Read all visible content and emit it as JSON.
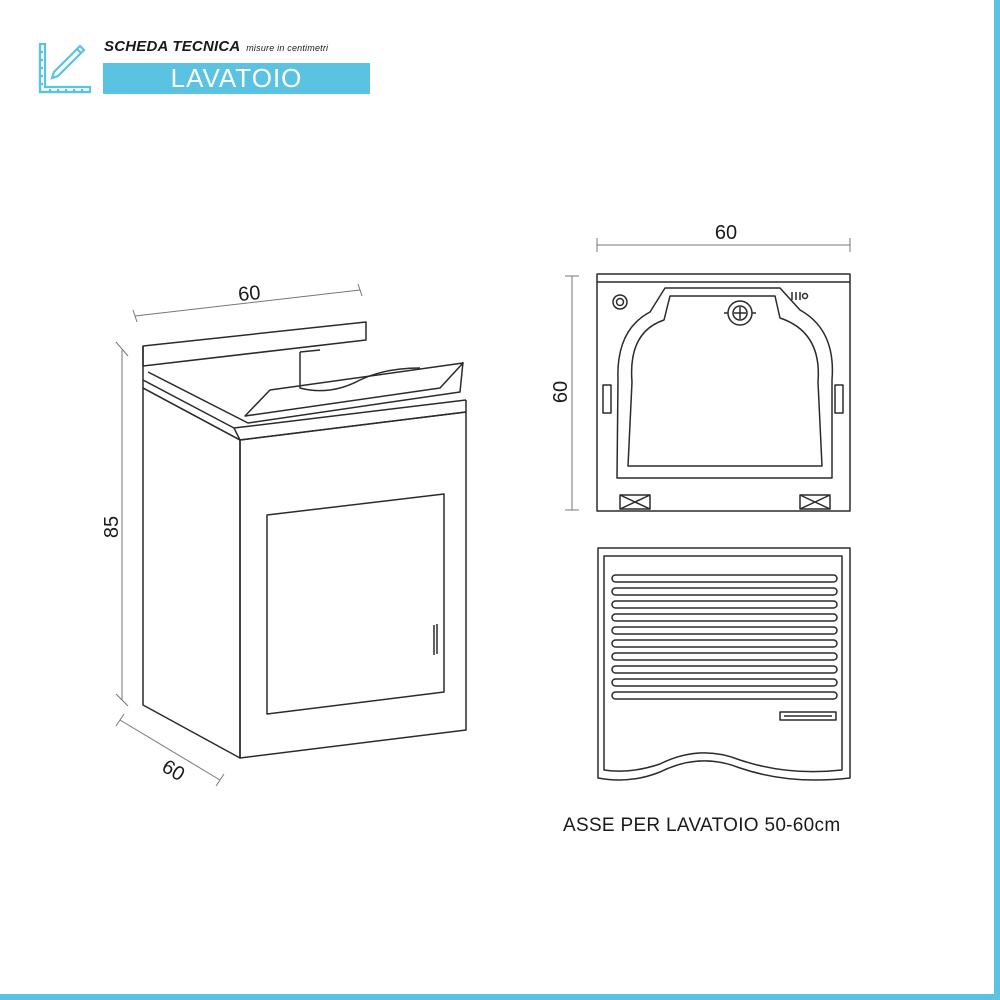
{
  "header": {
    "title": "SCHEDA TECNICA",
    "subtitle": "misure in centimetri",
    "product": "LAVATOIO"
  },
  "colors": {
    "accent": "#5bc3e2",
    "line": "#2b2b2b"
  },
  "logo": {
    "icon": "ruler-pencil-icon"
  },
  "dimensions": {
    "cabinet_width": "60",
    "cabinet_height": "85",
    "cabinet_depth": "60",
    "top_width": "60",
    "top_depth": "60"
  },
  "washboard": {
    "caption": "ASSE PER LAVATOIO 50-60cm"
  }
}
